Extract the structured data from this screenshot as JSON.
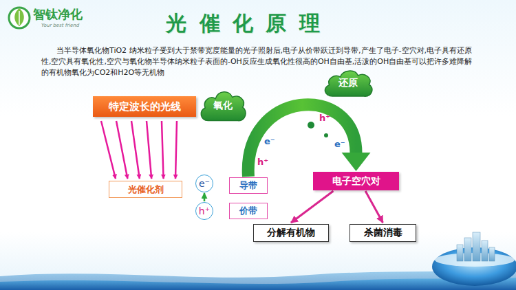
{
  "diagram": {
    "title": "光 催 化 原 理",
    "nodes": [
      {
        "text": [
          "特定波长的光线"
        ]
      },
      {
        "text": [
          "氧化"
        ]
      },
      {
        "text": [
          "还原"
        ]
      },
      {
        "text": [
          "光催化剂"
        ]
      },
      {
        "text": [
          "e⁻"
        ]
      },
      {
        "text": [
          "导带"
        ]
      },
      {
        "text": [
          "h⁺"
        ]
      },
      {
        "text": [
          "价带"
        ]
      },
      {
        "text": [
          "电子空穴对"
        ]
      },
      {
        "text": [
          "分解有机物"
        ]
      },
      {
        "text": [
          "杀菌消毒"
        ]
      }
    ],
    "edges": [
      {
        "from": 0,
        "to": 3,
        "arrow": "to"
      },
      {
        "from": 0,
        "to": 3,
        "arrow": "to"
      },
      {
        "from": 0,
        "to": 3,
        "arrow": "to"
      },
      {
        "from": 0,
        "to": 3,
        "arrow": "to"
      },
      {
        "from": 0,
        "to": 3,
        "arrow": "to"
      },
      {
        "from": 0,
        "to": 3,
        "arrow": "to"
      },
      {
        "from": 6,
        "to": 4,
        "arrow": "to"
      },
      {
        "from": 5,
        "to": 8,
        "arrow": "to"
      },
      {
        "from": 8,
        "to": 9,
        "arrow": "to"
      },
      {
        "from": 8,
        "to": 10,
        "arrow": "to"
      }
    ],
    "labels": [
      "智钛净化",
      "Your best friend",
      "当半导体氧化物TiO2 纳米粒子受到大于禁带宽度能量的光子照射后,电子从价带跃迁到导带,产生了电子-空穴对,电子具有还原性,空穴具有氧化性,空穴与氧化物半导体纳米粒子表面的-OH反应生成氧化性很高的OH自由基,活泼的OH自由基可以把许多难降解的有机物氧化为CO2和H2O等无机物",
      "e⁻",
      "h⁺",
      "h⁺",
      "e⁻"
    ]
  }
}
